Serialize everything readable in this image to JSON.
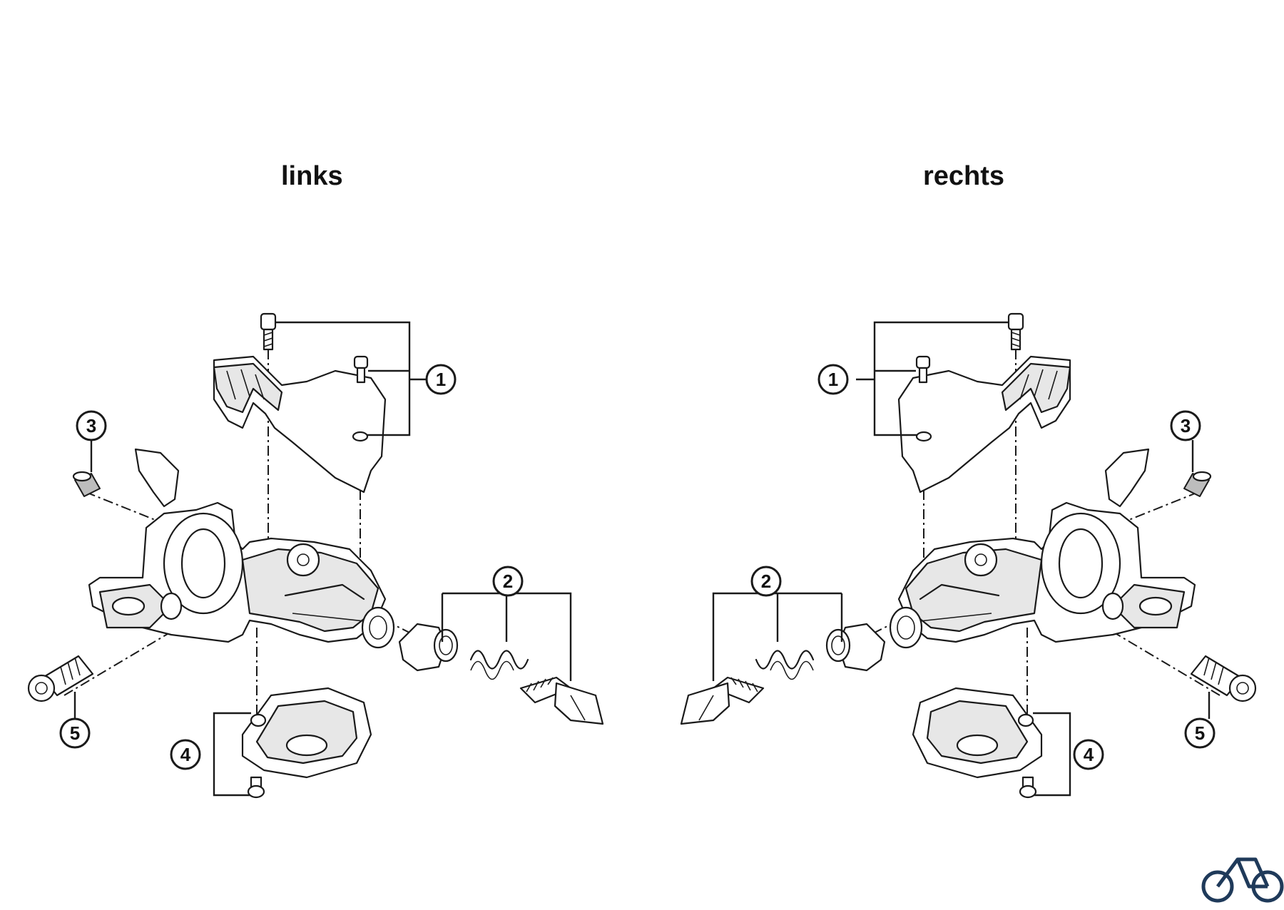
{
  "titles": {
    "left": "links",
    "right": "rechts"
  },
  "callouts": [
    "1",
    "2",
    "3",
    "4",
    "5"
  ],
  "logo": {
    "icon": "bicycle-icon",
    "color": "#1f3a5a"
  }
}
